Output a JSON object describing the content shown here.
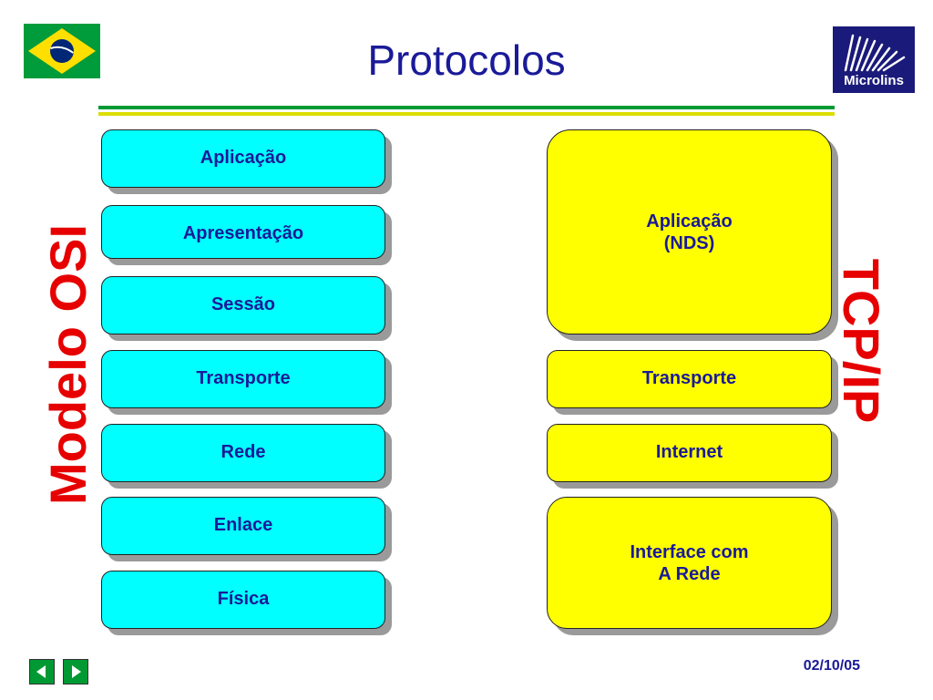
{
  "header": {
    "title": "Protocolos",
    "logo_text": "Microlins"
  },
  "osi": {
    "label": "Modelo OSI",
    "layers": [
      "Aplicação",
      "Apresentação",
      "Sessão",
      "Transporte",
      "Rede",
      "Enlace",
      "Física"
    ]
  },
  "tcpip": {
    "label": "TCP/IP",
    "layers": [
      "Aplicação\n(NDS)",
      "Transporte",
      "Internet",
      "Interface com\nA Rede"
    ]
  },
  "footer": {
    "date": "02/10/05"
  },
  "colors": {
    "title": "#1a1a99",
    "osi_fill": "#00ffff",
    "tcp_fill": "#ffff00",
    "side_label": "#e60000",
    "rule_green": "#009933",
    "rule_yellow": "#dddd00"
  },
  "icons": [
    "brazil-flag-icon",
    "microlins-logo",
    "previous-arrow-icon",
    "next-arrow-icon"
  ]
}
